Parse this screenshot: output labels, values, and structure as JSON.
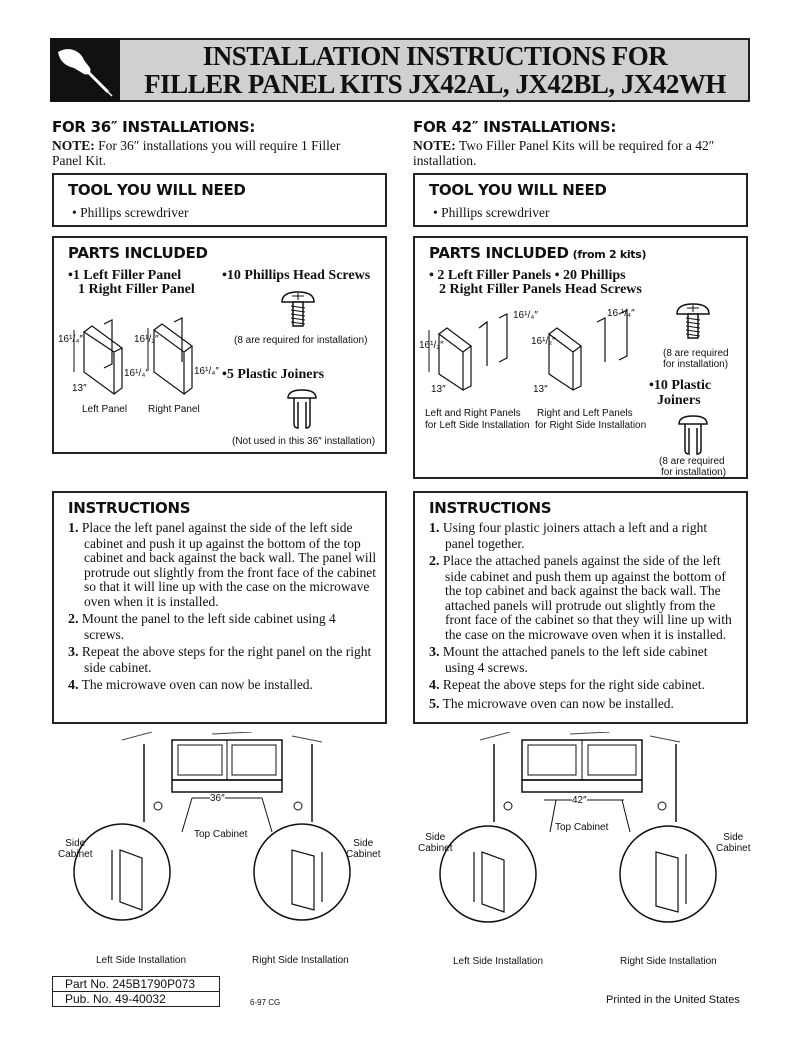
{
  "header": {
    "title_line1": "INSTALLATION INSTRUCTIONS FOR",
    "title_line2": "FILLER PANEL KITS JX42AL, JX42BL, JX42WH"
  },
  "left": {
    "heading": "FOR 36″ INSTALLATIONS:",
    "note_label": "NOTE:",
    "note_text": " For 36″ installations you will require 1 Filler Panel Kit.",
    "tool_title": "TOOL YOU WILL NEED",
    "tool_item": "• Phillips screwdriver",
    "parts_title": "PARTS INCLUDED",
    "parts_panels_1": "•1 Left Filler Panel",
    "parts_panels_2": "1 Right Filler Panel",
    "parts_screws": "•10 Phillips Head Screws",
    "screws_note": "(8 are required for installation)",
    "parts_joiners": "•5 Plastic Joiners",
    "joiners_note": "(Not used in this 36″ installation)",
    "dim_16_1": "16¹/₄″",
    "dim_16_2": "16¹/₂″",
    "dim_16_3": "16¹/₄″",
    "dim_16_4": "16¹/₄″",
    "dim_13": "13″",
    "label_left_panel": "Left Panel",
    "label_right_panel": "Right Panel",
    "instr_title": "INSTRUCTIONS",
    "steps": [
      {
        "n": "1.",
        "t": "Place the left panel against the side of the left side cabinet and push it up against the bottom of the top cabinet and back against the back wall. The panel will protrude out slightly from the front face of the cabinet so that it will line up with the case on the microwave oven when it is installed."
      },
      {
        "n": "2.",
        "t": "Mount the panel to the left side cabinet using 4 screws."
      },
      {
        "n": "3.",
        "t": "Repeat the above steps for the right panel on the right side cabinet."
      },
      {
        "n": "4.",
        "t": "The microwave oven can now be installed."
      }
    ],
    "diagram": {
      "width_label": "36″",
      "top_cabinet": "Top Cabinet",
      "side_cabinet_left": "Side\nCabinet",
      "side_cabinet_right": "Side\nCabinet",
      "left_install": "Left Side Installation",
      "right_install": "Right Side Installation"
    }
  },
  "right": {
    "heading": "FOR 42″ INSTALLATIONS:",
    "note_label": "NOTE:",
    "note_text": " Two Filler Panel Kits will be required for a 42″ installation.",
    "tool_title": "TOOL YOU WILL NEED",
    "tool_item": "• Phillips screwdriver",
    "parts_title": "PARTS INCLUDED",
    "parts_title_sub": "(from 2 kits)",
    "parts_line1": "• 2 Left Filler Panels • 20 Phillips",
    "parts_line2": "2 Right Filler Panels Head Screws",
    "screws_note_1": "(8 are required",
    "screws_note_2": "for installation)",
    "parts_joiners_1": "•10 Plastic",
    "parts_joiners_2": "Joiners",
    "joiners_note_1": "(8 are required",
    "joiners_note_2": "for installation)",
    "dim_a": "16¹/₄″",
    "dim_b": "16 ¹/₄″",
    "dim_c": "16¹/₂″",
    "dim_d": "16¹/₂″",
    "dim_13a": "13″",
    "dim_13b": "13″",
    "label_lr_1": "Left and Right Panels",
    "label_lr_2": "for Left Side Installation",
    "label_rl_1": "Right and Left Panels",
    "label_rl_2": "for Right Side Installation",
    "instr_title": "INSTRUCTIONS",
    "steps": [
      {
        "n": "1.",
        "t": "Using four plastic joiners attach a left and a right panel together."
      },
      {
        "n": "2.",
        "t": "Place the attached panels against the side of the left side cabinet and push them up against the bottom of the top cabinet and back against the back wall. The attached panels will protrude out slightly from the front face of the cabinet so that they will line up with the case on the microwave oven when it is installed."
      },
      {
        "n": "3.",
        "t": "Mount the attached panels to the left side cabinet using 4 screws."
      },
      {
        "n": "4.",
        "t": "Repeat the above steps for the right side cabinet."
      },
      {
        "n": "5.",
        "t": "The microwave oven can now be installed."
      }
    ],
    "diagram": {
      "width_label": "42″",
      "top_cabinet": "Top Cabinet",
      "side_cabinet_left": "Side\nCabinet",
      "side_cabinet_right": "Side\nCabinet",
      "left_install": "Left Side Installation",
      "right_install": "Right Side Installation"
    }
  },
  "footer": {
    "part_no": "Part No. 245B1790P073",
    "pub_no": "Pub. No. 49-40032",
    "date_code": "6-97 CG",
    "printed": "Printed in the United States"
  }
}
